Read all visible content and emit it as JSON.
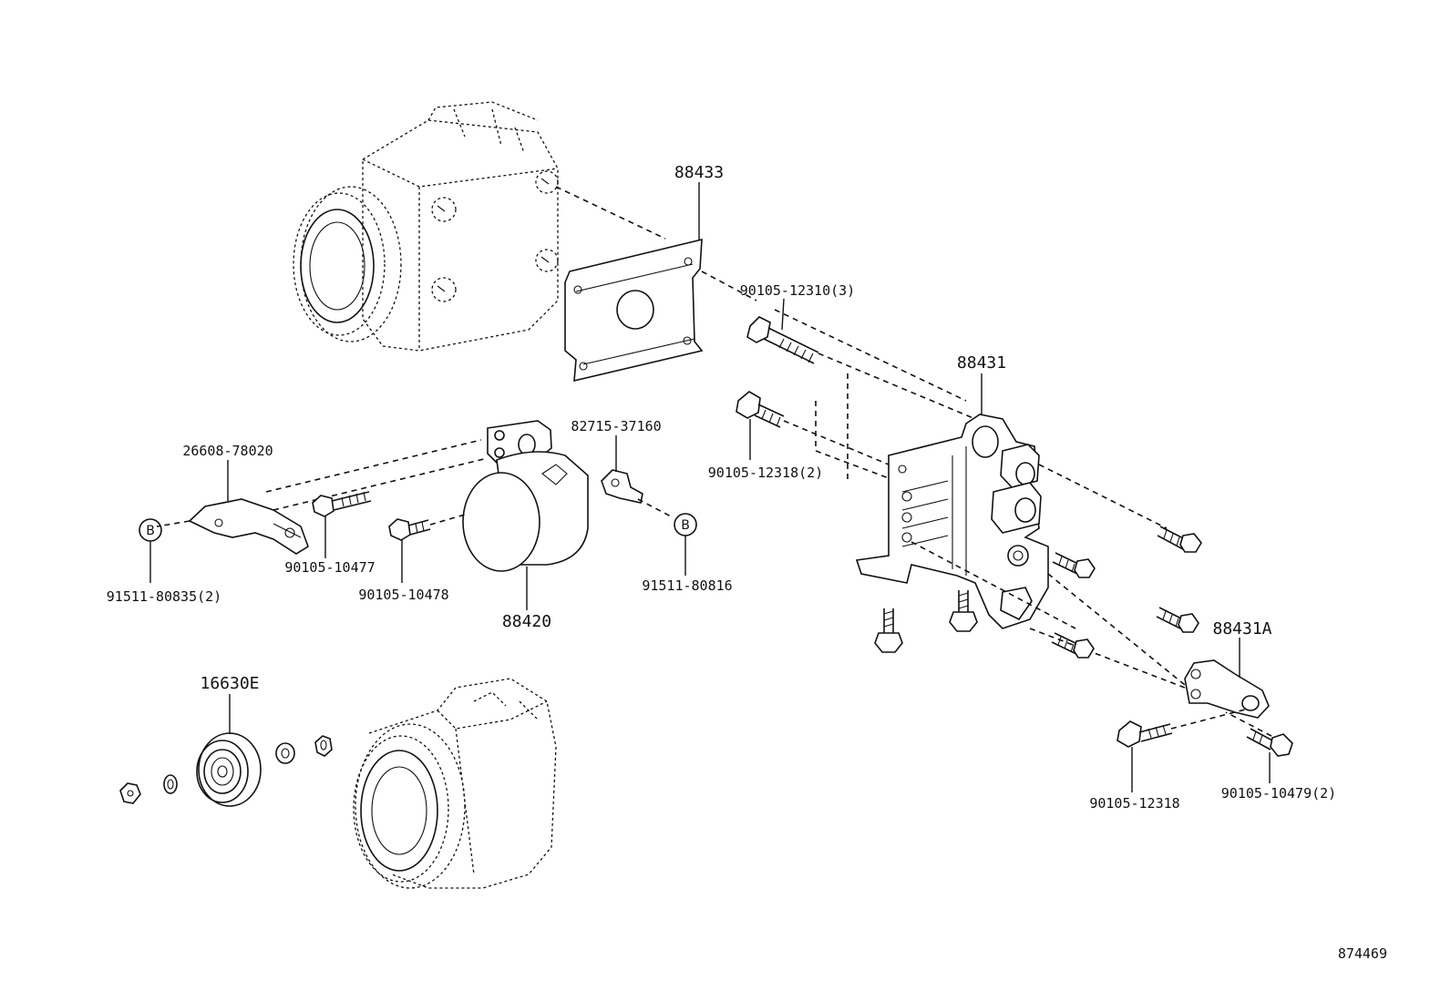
{
  "diagram_number": "874469",
  "callouts": {
    "p88433": "88433",
    "p90105_12310": "90105-12310(3)",
    "p88431": "88431",
    "p82715_37160": "82715-37160",
    "p26608_78020": "26608-78020",
    "p90105_12318_2": "90105-12318(2)",
    "ref_b_left": "B",
    "ref_b_right": "B",
    "p91511_80835": "91511-80835(2)",
    "p90105_10477": "90105-10477",
    "p90105_10478": "90105-10478",
    "p91511_80816": "91511-80816",
    "p88420": "88420",
    "p16630e": "16630E",
    "p88431a": "88431A",
    "p90105_12318": "90105-12318",
    "p90105_10479": "90105-10479(2)"
  }
}
